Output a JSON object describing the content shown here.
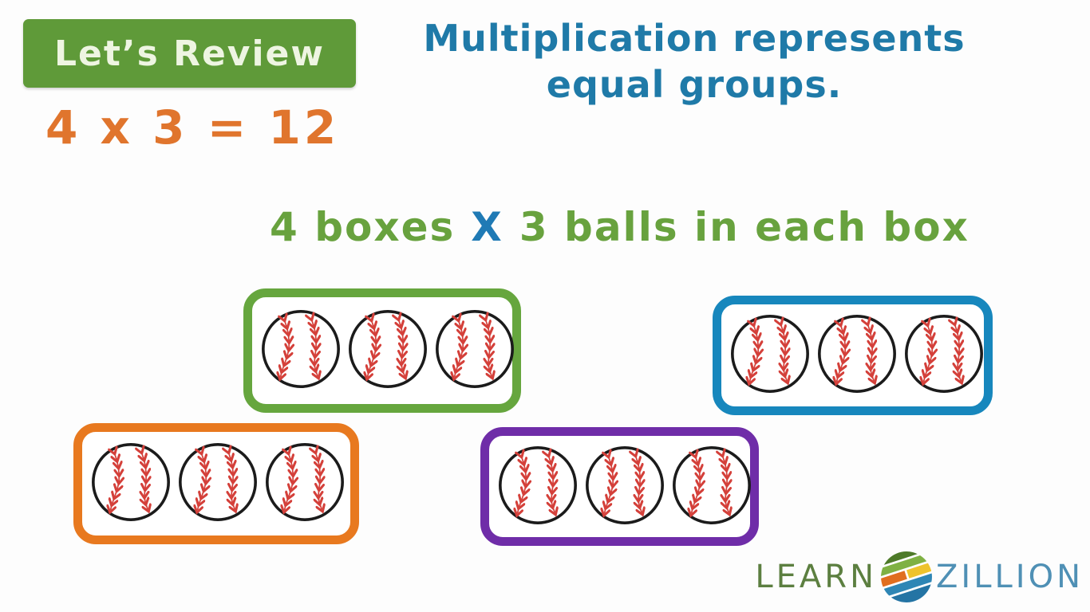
{
  "slide": {
    "background": "#fdfdfd"
  },
  "review_badge": {
    "label": "Let’s Review",
    "bg_color": "#5f9a39",
    "text_color": "#eef5e2"
  },
  "equation": {
    "text": "4 x 3 = 12",
    "color": "#e0752d"
  },
  "heading": {
    "line1": "Multiplication represents",
    "line2": "equal groups.",
    "color": "#1f7aa8"
  },
  "caption": {
    "groups_part": "4 boxes",
    "operator": "X",
    "items_part": "3 balls in each box",
    "text_color": "#68a23e",
    "operator_color": "#1f7ab5"
  },
  "ball_groups": {
    "box_count": 4,
    "balls_per_box": 3,
    "total_balls": 12,
    "boxes": [
      {
        "name": "green-box",
        "border_color": "#66a63e",
        "ball_count": 3
      },
      {
        "name": "blue-box",
        "border_color": "#1787bd",
        "ball_count": 3
      },
      {
        "name": "orange-box",
        "border_color": "#e8791f",
        "ball_count": 3
      },
      {
        "name": "purple-box",
        "border_color": "#6f2da8",
        "ball_count": 3
      }
    ],
    "ball_style": {
      "outline_color": "#1b1b1b",
      "seam_color": "#d4403a"
    }
  },
  "logo": {
    "text_left": "LEARN",
    "text_right": "ZILLION",
    "left_color": "#5c7f40",
    "right_color": "#4f90b5",
    "icon": "learnzillion-globe"
  }
}
